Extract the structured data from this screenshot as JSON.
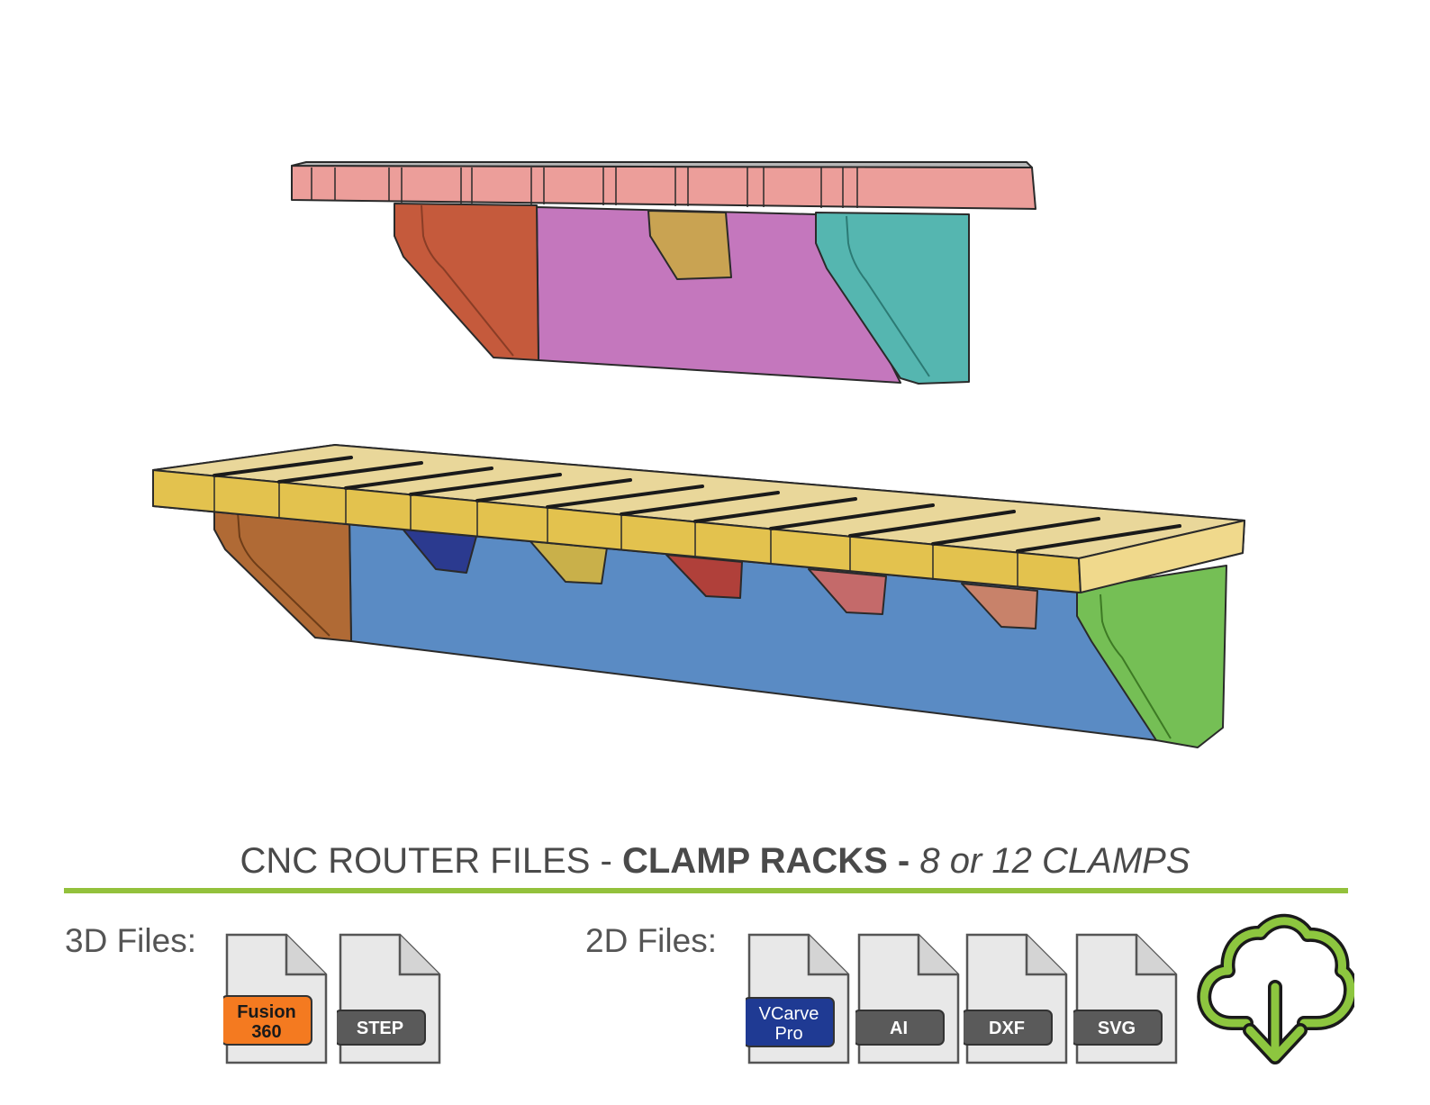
{
  "title": {
    "prefix": "CNC ROUTER FILES - ",
    "bold": "CLAMP RACKS - ",
    "italic": "8 or 12 CLAMPS"
  },
  "files_3d": {
    "label": "3D Files:",
    "items": [
      {
        "name": "Fusion 360",
        "line1": "Fusion",
        "line2": "360",
        "color": "#f47a20",
        "text_color": "#1a1a1a"
      },
      {
        "name": "STEP",
        "line1": "STEP",
        "line2": "",
        "color": "#5a5a5a",
        "text_color": "#ffffff"
      }
    ]
  },
  "files_2d": {
    "label": "2D Files:",
    "items": [
      {
        "name": "VCarve Pro",
        "line1": "VCarve",
        "line2": "Pro",
        "color": "#1f3a93",
        "text_color": "#ffffff"
      },
      {
        "name": "AI",
        "line1": "AI",
        "line2": "",
        "color": "#5a5a5a",
        "text_color": "#ffffff"
      },
      {
        "name": "DXF",
        "line1": "DXF",
        "line2": "",
        "color": "#5a5a5a",
        "text_color": "#ffffff"
      },
      {
        "name": "SVG",
        "line1": "SVG",
        "line2": "",
        "color": "#5a5a5a",
        "text_color": "#ffffff"
      }
    ]
  },
  "download": {
    "icon": "cloud-download-icon",
    "color": "#8dc63f"
  },
  "colors": {
    "accent_green": "#93c13c",
    "rack_small_top": "#ec9e9a",
    "rack_small_back": "#c477bd",
    "rack_small_left": "#c55a3c",
    "rack_small_right": "#55b6b0",
    "rack_large_top": "#e3c66e",
    "rack_large_back": "#5a8bc4",
    "rack_large_left": "#b06a35",
    "rack_large_right": "#75bf55"
  }
}
